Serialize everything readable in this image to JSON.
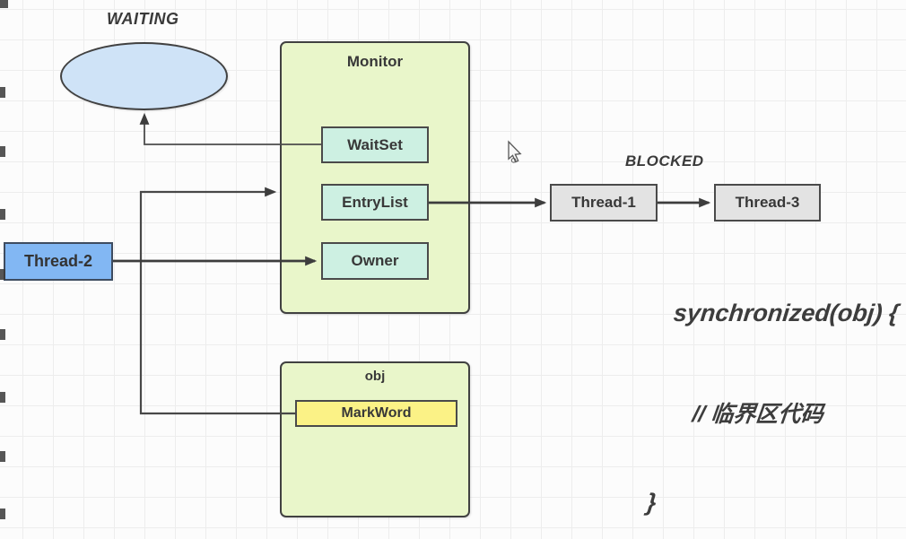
{
  "labels": {
    "waiting": "WAITING",
    "blocked": "BLOCKED"
  },
  "monitor": {
    "title": "Monitor",
    "wait_set": "WaitSet",
    "entry_list": "EntryList",
    "owner": "Owner"
  },
  "object_box": {
    "title": "obj",
    "mark_word": "MarkWord"
  },
  "threads": {
    "thread_1": "Thread-1",
    "thread_2": "Thread-2",
    "thread_3": "Thread-3"
  },
  "code": {
    "line_1": "synchronized(obj) {",
    "line_2": "// 临界区代码",
    "line_3": "}"
  },
  "colors": {
    "monitor_fill": "#e9f6ca",
    "inner_box_fill": "#cdf0e2",
    "markword_fill": "#fbf286",
    "thread2_fill": "#82b7f3",
    "blocked_thread_fill": "#e3e3e3",
    "waiting_ellipse_fill": "#cfe3f7",
    "border": "#414141",
    "connector": "#3d3d3d"
  }
}
